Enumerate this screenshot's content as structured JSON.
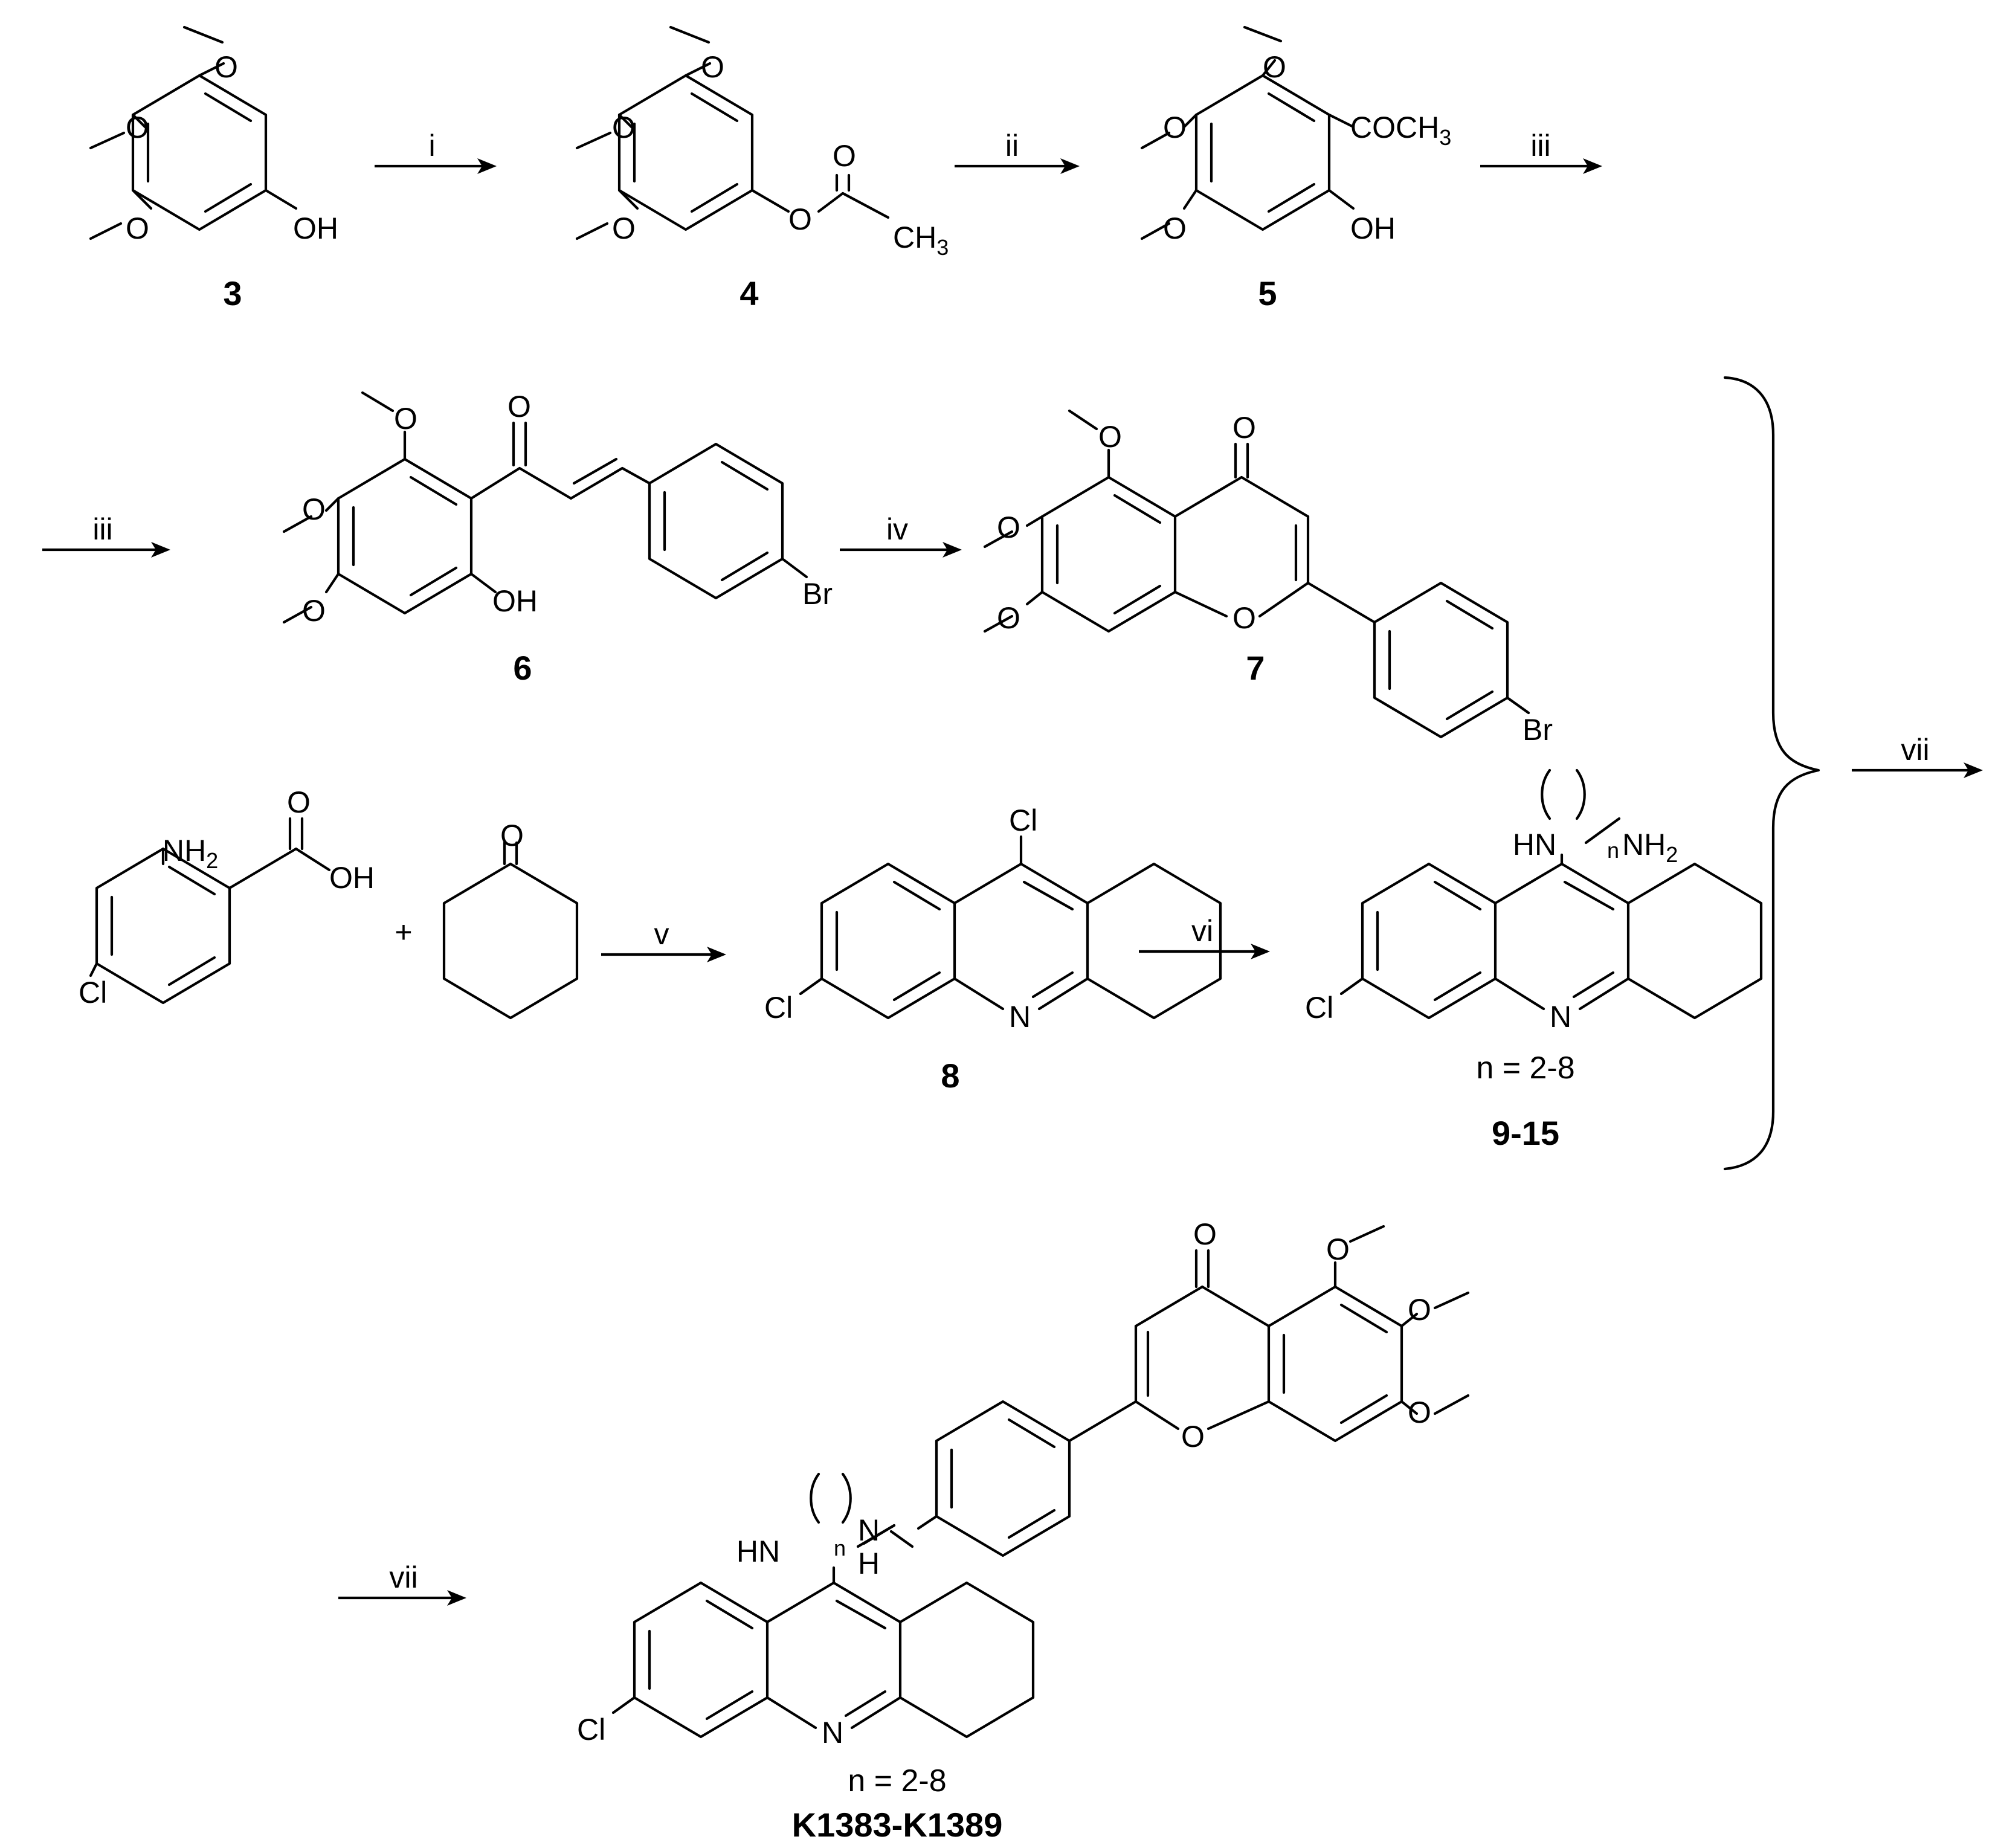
{
  "atoms": {
    "OH": "OH",
    "O": "O",
    "CH3": "CH",
    "CH3_sub": "3",
    "COCH3": "COCH",
    "COCH3_sub": "3",
    "Br": "Br",
    "Cl": "Cl",
    "N": "N",
    "NH": "NH",
    "NH2_sub": "2",
    "HN": "HN",
    "H": "H",
    "n": "n"
  },
  "steps": {
    "i": "i",
    "ii": "ii",
    "iii": "iii",
    "iv": "iv",
    "v": "v",
    "vi": "vi",
    "vii": "vii"
  },
  "plus": "+",
  "compounds": {
    "c3": "3",
    "c4": "4",
    "c5": "5",
    "c6": "6",
    "c7": "7",
    "c8": "8",
    "c9_15": "9-15",
    "final": "K1383-K1389"
  },
  "range_note": "n = 2-8"
}
